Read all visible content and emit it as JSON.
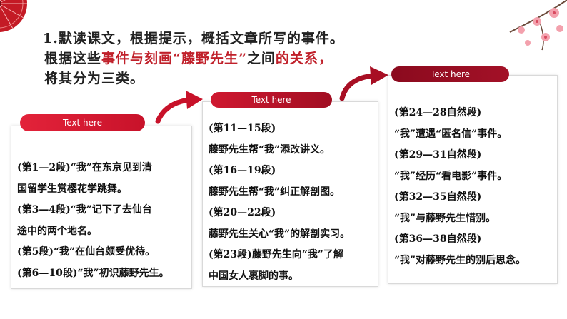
{
  "instruction": {
    "line1": "1.默读课文，根据提示，概括文章所写的事件。",
    "line2_pre": "根据这些",
    "line2_hl1": "事件与刻画“藤野先生”",
    "line2_mid": "之间",
    "line2_hl2": "的关系，",
    "line3": "将其分为三类。"
  },
  "cards": [
    {
      "pill": "Text here",
      "lines": [
        "(第1—2段)“我”在东京见到清",
        "国留学生赏樱花学跳舞。",
        "(第3—4段)“我”记下了去仙台",
        "途中的两个地名。",
        "(第5段)“我”在仙台颇受优待。",
        "(第6—10段)“我”初识藤野先生。"
      ]
    },
    {
      "pill": "Text here",
      "lines": [
        "(第11—15段)",
        "藤野先生帮“我”添改讲义。",
        "(第16—19段)",
        "藤野先生帮“我”纠正解剖图。",
        "(第20—22段)",
        "藤野先生关心“我”的解剖实习。",
        "(第23段)藤野先生向“我”了解",
        "中国女人裹脚的事。"
      ]
    },
    {
      "pill": "Text here",
      "lines": [
        "(第24—28自然段)",
        "“我”遭遇“匿名信”事件。",
        "(第29—31自然段)",
        "“我”经历“看电影”事件。",
        "(第32—35自然段)",
        "“我”与藤野先生惜别。",
        "(第36—38自然段)",
        "“我”对藤野先生的别后思念。"
      ]
    }
  ],
  "colors": {
    "accent": "#c0202a",
    "dark_red": "#8b0a1e"
  }
}
